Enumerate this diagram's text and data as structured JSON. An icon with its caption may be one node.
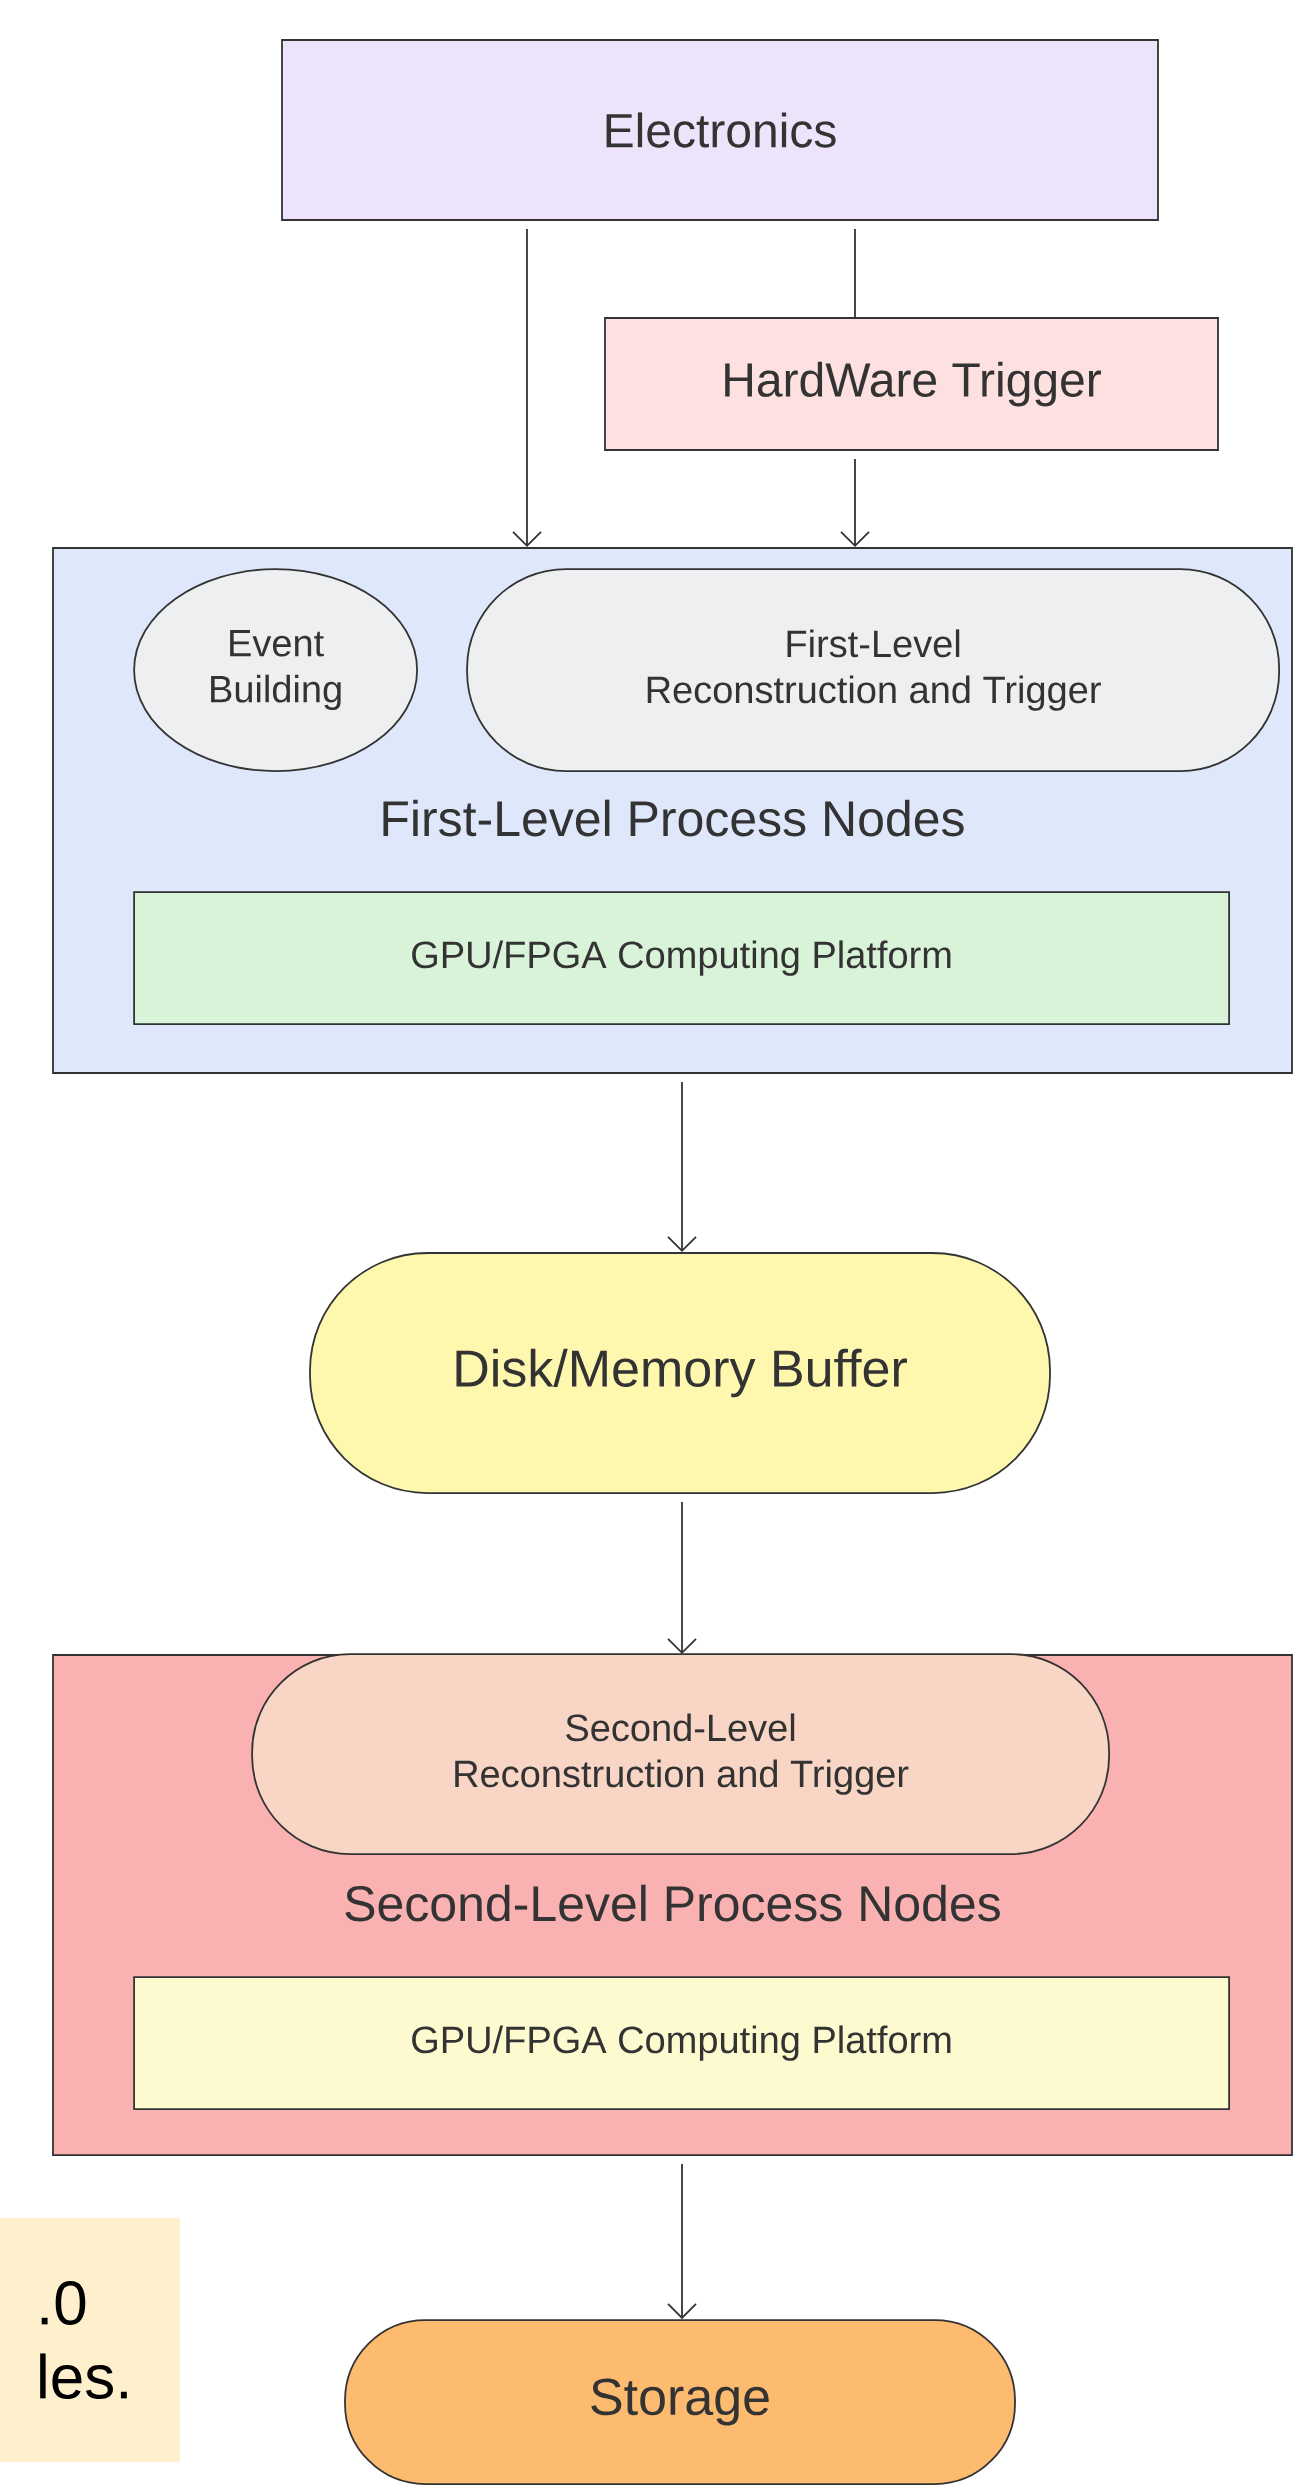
{
  "diagram": {
    "nodes": [
      {
        "text": [
          "Electronics"
        ]
      },
      {
        "text": [
          "HardWare Trigger"
        ]
      },
      {
        "text": [
          "First-Level Process Nodes"
        ]
      },
      {
        "text": [
          "Event Building"
        ],
        "in": 2
      },
      {
        "text": [
          "First-Level Reconstruction and Trigger"
        ],
        "in": 2
      },
      {
        "text": [
          "GPU/FPGA Computing Platform"
        ],
        "in": 2
      },
      {
        "text": [
          "Disk/Memory Buffer"
        ]
      },
      {
        "text": [
          "Second-Level Process Nodes"
        ]
      },
      {
        "text": [
          "Second-Level Reconstruction and Trigger"
        ],
        "in": 7
      },
      {
        "text": [
          "GPU/FPGA Computing Platform"
        ],
        "in": 7
      },
      {
        "text": [
          "Storage"
        ]
      },
      {
        "text": [
          ".0 les."
        ]
      }
    ],
    "edges": [
      {
        "from": 0,
        "to": 2,
        "arrow": "to"
      },
      {
        "from": 0,
        "to": 1,
        "arrow": "none"
      },
      {
        "from": 1,
        "to": 2,
        "arrow": "to"
      },
      {
        "from": 2,
        "to": 6,
        "arrow": "to"
      },
      {
        "from": 6,
        "to": 7,
        "arrow": "to"
      },
      {
        "from": 7,
        "to": 10,
        "arrow": "to"
      }
    ]
  }
}
